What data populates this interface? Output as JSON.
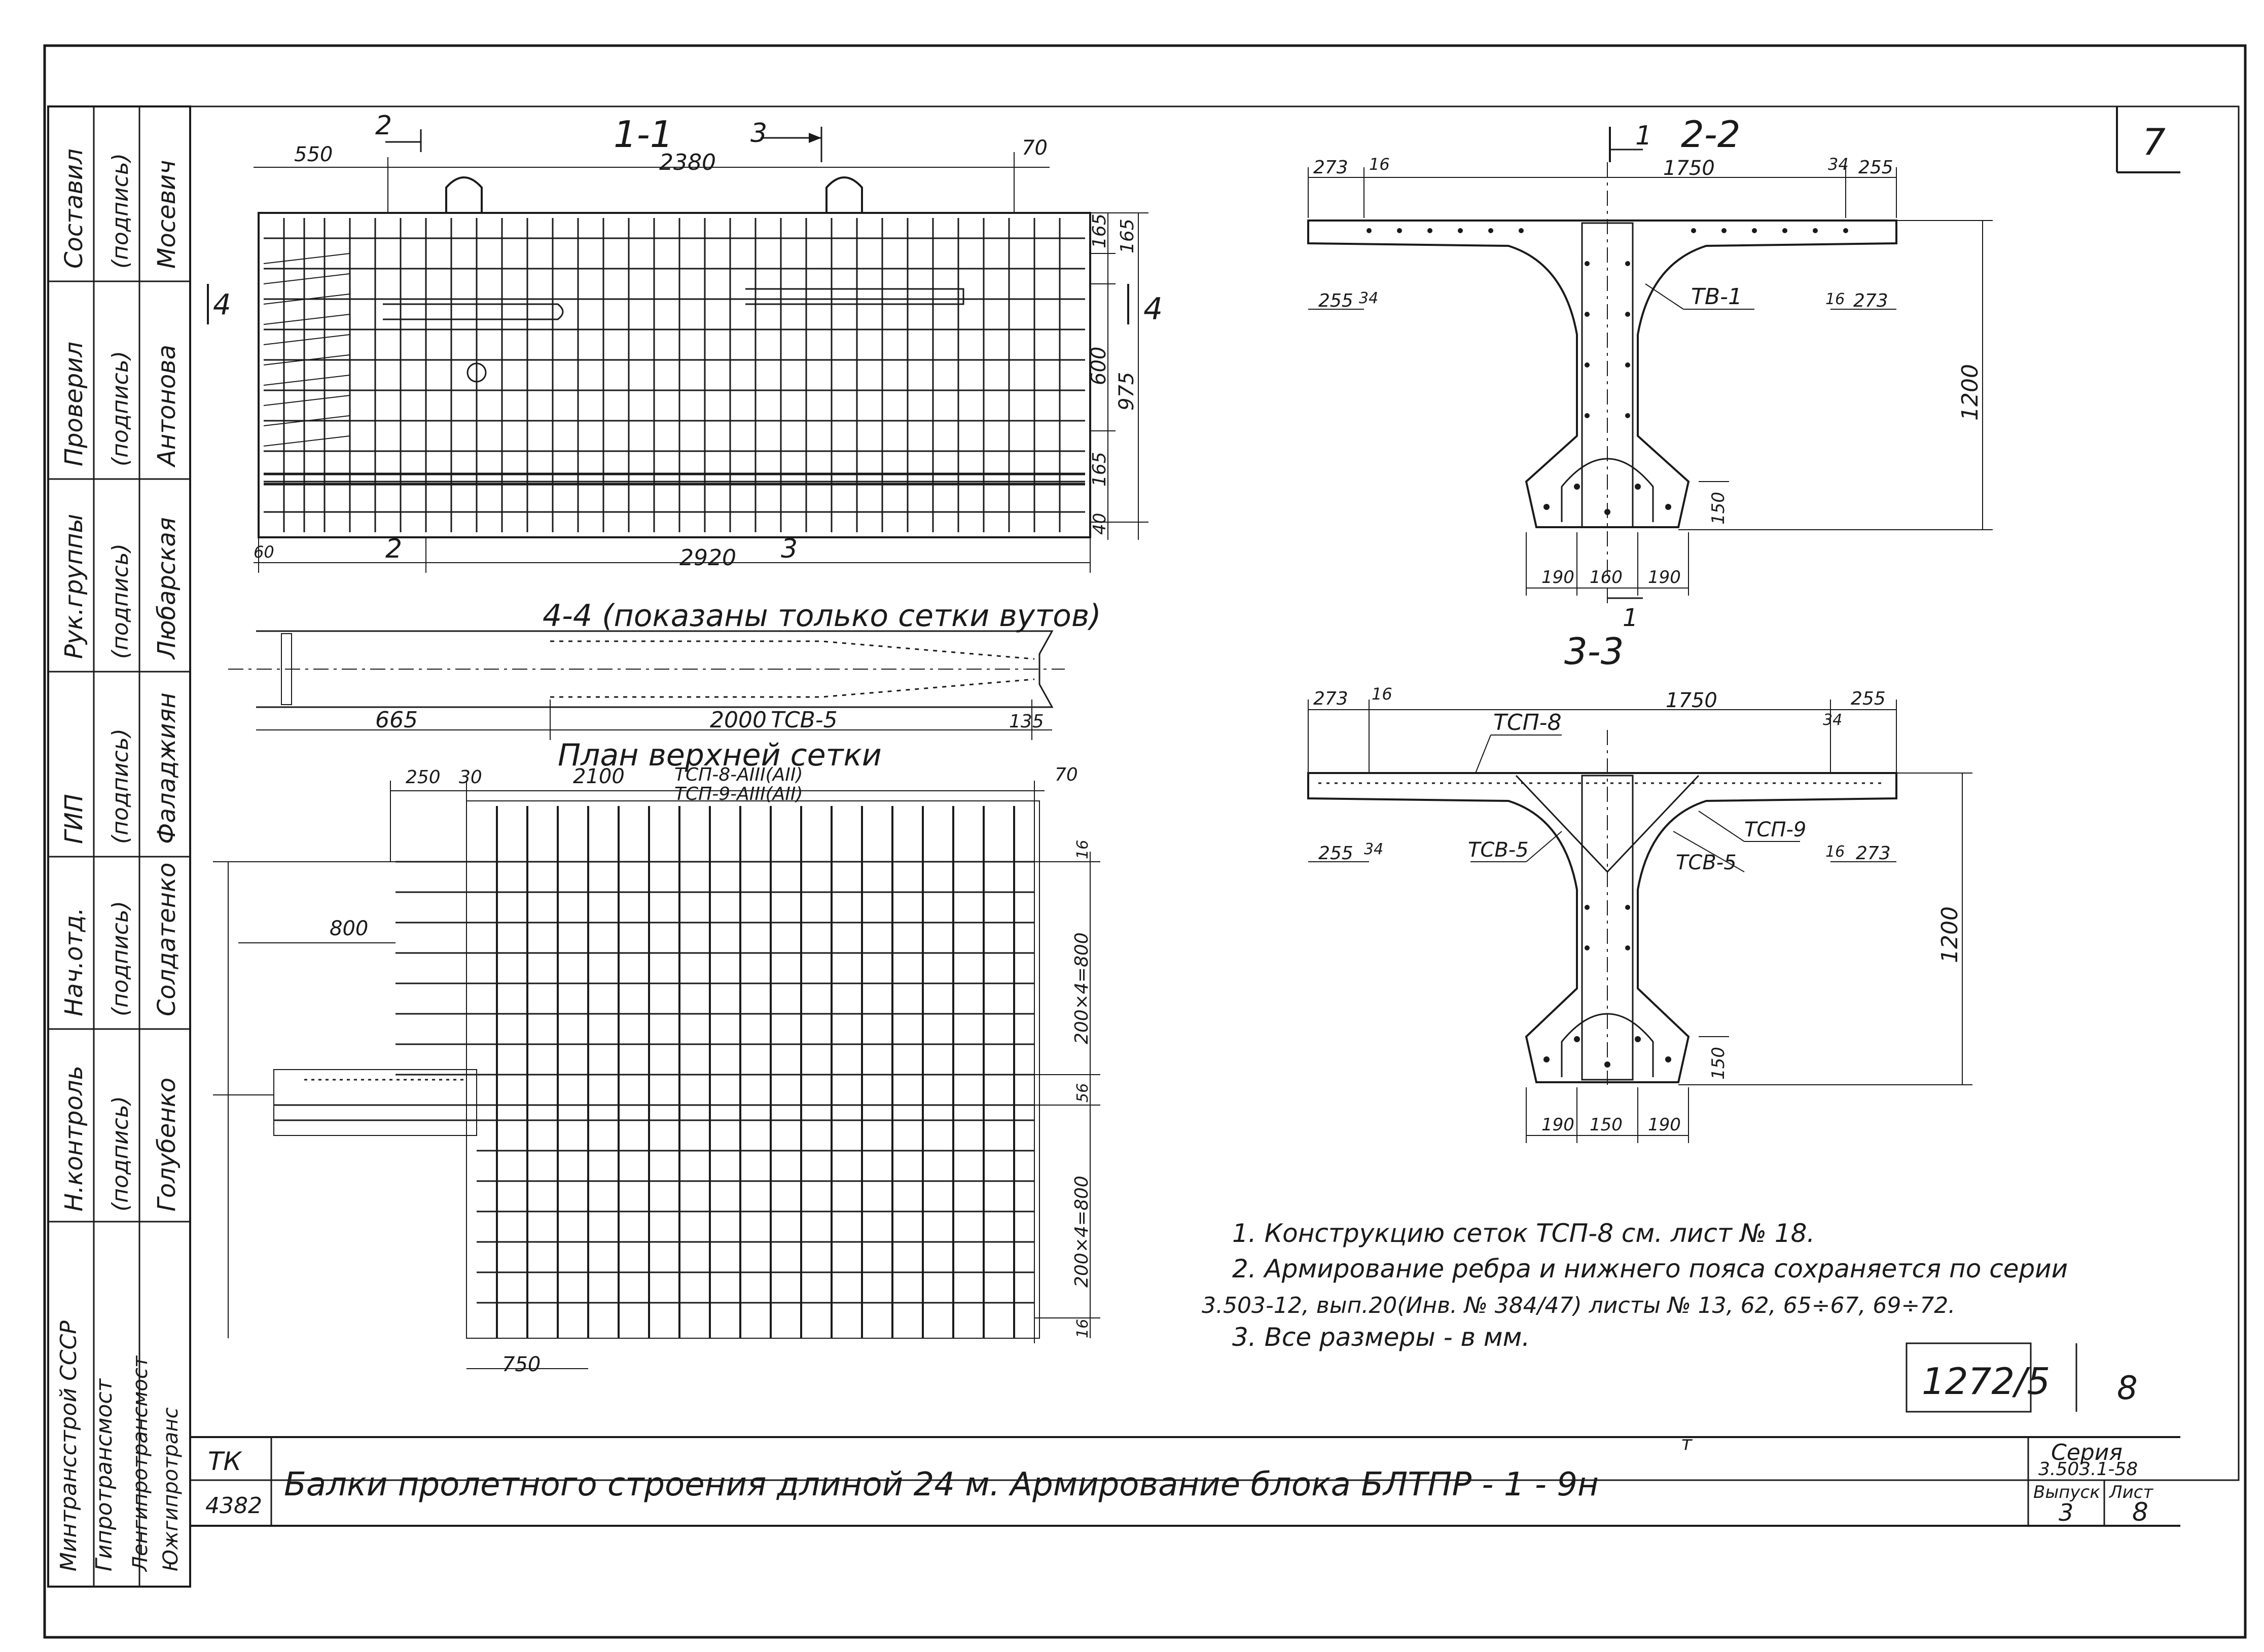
{
  "sheet": {
    "corner_number": "7",
    "title_block": {
      "series_label": "Серия",
      "series_value": "3.503.1-58",
      "issue_label": "Выпуск",
      "issue_value": "3",
      "sheet_label": "Лист",
      "sheet_value": "8",
      "title": "Балки пролетного строения длиной 24 м. Армирование блока БЛТПР - 1 - 9н",
      "title_suffix": "т",
      "code_left_1": "ТК",
      "code_left_2": "4382",
      "drawing_code": "1272/5",
      "drawing_sheet": "8"
    },
    "signatures": [
      {
        "role": "Составил",
        "sign": "(подпись)",
        "name": "Мосевич"
      },
      {
        "role": "Проверил",
        "sign": "(подпись)",
        "name": "Антонова"
      },
      {
        "role": "Рук.группы",
        "sign": "(подпись)",
        "name": "Любарская"
      },
      {
        "role": "ГИП",
        "sign": "(подпись)",
        "name": "Фаладжиян"
      },
      {
        "role": "Нач.отд.",
        "sign": "(подпись)",
        "name": "Солдатенко"
      },
      {
        "role": "Н.контроль",
        "sign": "(подпись)",
        "name": "Голубенко"
      }
    ],
    "organization": [
      "Минтрансстрой СССР",
      "Гипротрансмост",
      "Ленгипротрансмост",
      "Южгипротранс"
    ],
    "notes": [
      "1. Конструкцию сеток ТСП-8 см. лист № 18.",
      "2. Армирование ребра и нижнего пояса сохраняется по серии",
      "3.503-12, вып.20(Инв. № 384/47) листы № 13, 62, 65÷67, 69÷72.",
      "3. Все размеры - в мм."
    ]
  },
  "views": {
    "section_1_1": {
      "title": "1-1",
      "cut_2": "2",
      "cut_3": "3",
      "dims": {
        "top_left": "550",
        "top_main": "2380",
        "top_right": "70",
        "bottom_left": "60",
        "bottom_main": "2920",
        "right_1": "165",
        "right_2": "165",
        "right_3": "600",
        "right_4": "975",
        "right_5": "165",
        "right_6": "40"
      },
      "cut_4": "4"
    },
    "section_4_4": {
      "title": "4-4 (показаны только сетки вутов)",
      "dims": {
        "left": "665",
        "main": "2000",
        "mesh": "ТСВ-5",
        "right": "135"
      }
    },
    "top_mesh_plan": {
      "title": "План верхней сетки",
      "dims": {
        "d250": "250",
        "d30": "30",
        "d2100": "2100",
        "d70": "70",
        "mesh1": "ТСП-8-АIII(АII)",
        "mesh2": "ТСП-9-АIII(АII)",
        "d800": "800",
        "r1": "200×4=800",
        "r2": "56",
        "r3": "200×4=800",
        "r4": "16",
        "bottom": "750",
        "r_top": "16"
      }
    },
    "section_2_2": {
      "title": "2-2",
      "cut": "1",
      "dims": {
        "t1": "273",
        "t2": "16",
        "t3": "1750",
        "t4": "34",
        "t5": "255",
        "b1": "255",
        "b2": "34",
        "b3": "16",
        "b4": "273",
        "height": "1200",
        "h150": "150",
        "w1": "190",
        "w2": "160",
        "w3": "190"
      },
      "mesh": "ТВ-1",
      "cut_bottom": "1"
    },
    "section_3_3": {
      "title": "3-3",
      "dims": {
        "t1": "273",
        "t2": "16",
        "t3": "1750",
        "t4": "255",
        "t5": "34",
        "b1": "255",
        "b2": "34",
        "b3": "16",
        "b4": "273",
        "height": "1200",
        "h150": "150",
        "w1": "190",
        "w2": "150",
        "w3": "190"
      },
      "mesh_1": "ТСП-8",
      "mesh_2": "ТСП-9",
      "mesh_3": "ТСВ-5",
      "mesh_4": "ТСВ-5"
    }
  }
}
